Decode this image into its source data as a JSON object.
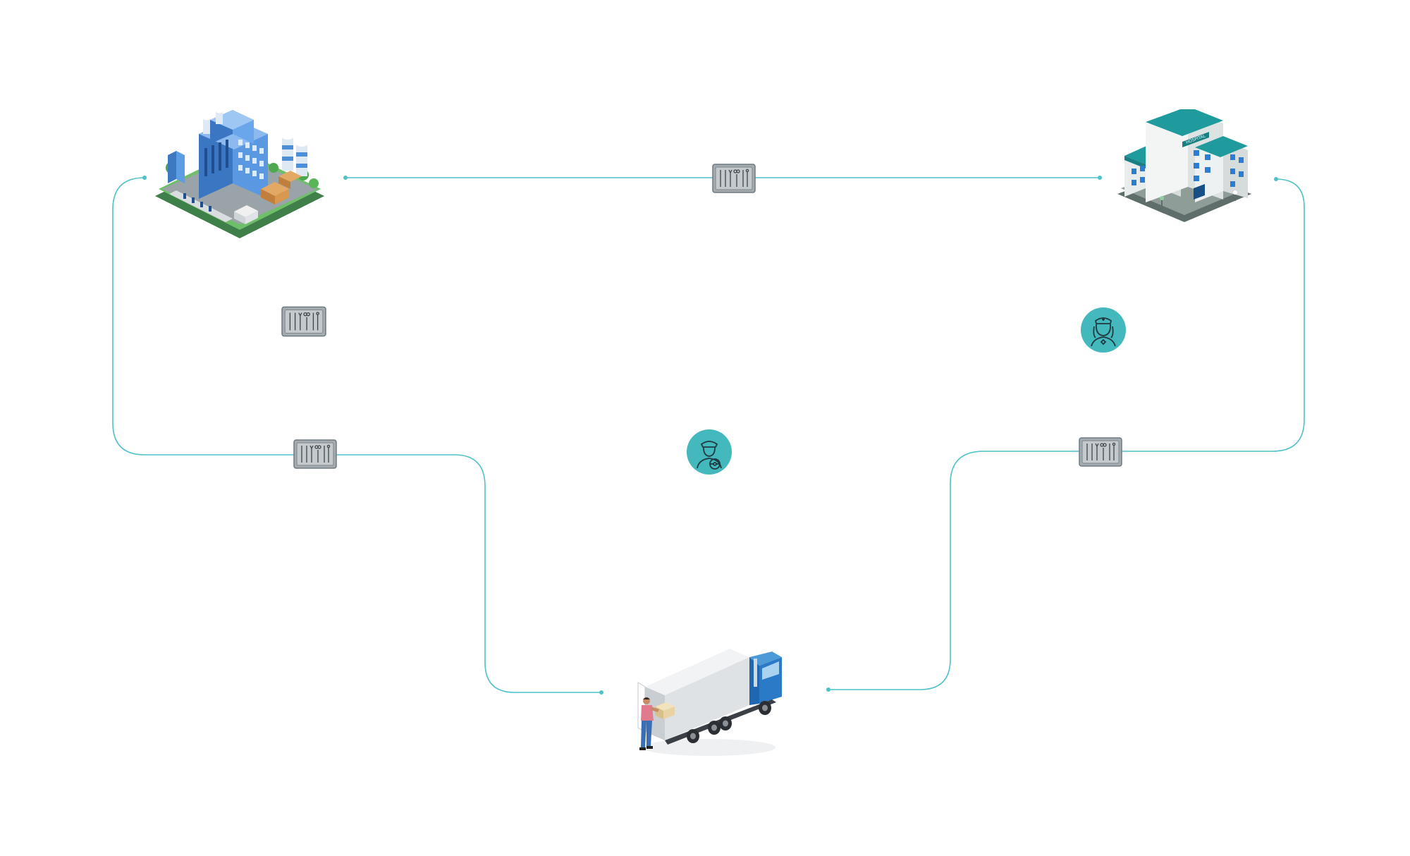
{
  "diagram": {
    "type": "flow-loop",
    "colors": {
      "line": "#4fc1c8",
      "teal_badge": "#43b8bd",
      "tray_fill": "#a4acb1",
      "tray_stroke": "#6f7a80",
      "factory_blue": "#4d8fd6",
      "hospital_teal": "#1f9a9d",
      "truck_cab": "#1f67b1"
    },
    "nodes": [
      {
        "id": "factory",
        "icon": "factory-building-icon"
      },
      {
        "id": "hospital",
        "icon": "hospital-building-icon",
        "sign_text": "HOSPITAL"
      },
      {
        "id": "truck",
        "icon": "delivery-truck-icon"
      }
    ],
    "badges": [
      {
        "id": "driver",
        "icon": "driver-person-icon"
      },
      {
        "id": "nurse",
        "icon": "nurse-person-icon"
      }
    ],
    "trays": [
      {
        "id": "tray-top",
        "icon": "surgical-instrument-tray-icon"
      },
      {
        "id": "tray-left-upper",
        "icon": "surgical-instrument-tray-icon"
      },
      {
        "id": "tray-left-lower",
        "icon": "surgical-instrument-tray-icon"
      },
      {
        "id": "tray-right-lower",
        "icon": "surgical-instrument-tray-icon"
      }
    ]
  }
}
